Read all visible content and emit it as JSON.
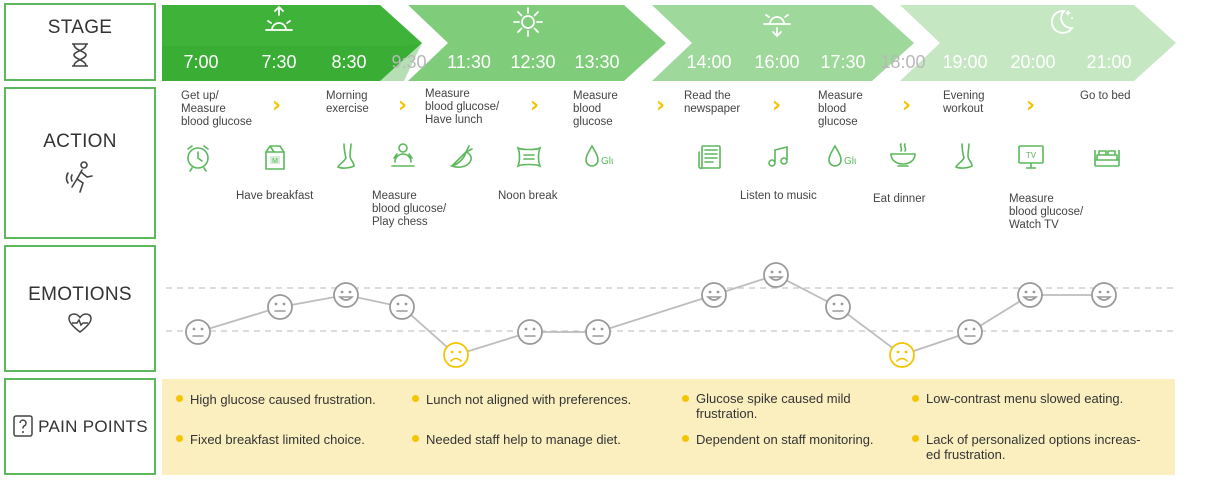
{
  "sections": {
    "stage": "STAGE",
    "action": "ACTION",
    "emotions": "EMOTIONS",
    "pain_points": "PAIN POINTS"
  },
  "stages": [
    {
      "icon": "sunrise-icon",
      "times": [
        "7:00",
        "7:30",
        "8:30",
        "9:30"
      ],
      "color": "#3fb23a"
    },
    {
      "icon": "sun-icon",
      "times": [
        "11:30",
        "12:30",
        "13:30"
      ],
      "color": "#7fcc7a"
    },
    {
      "icon": "sunset-icon",
      "times": [
        "14:00",
        "16:00",
        "17:30",
        "18:00"
      ],
      "color": "#9fd89b"
    },
    {
      "icon": "moon-icon",
      "times": [
        "19:00",
        "20:00",
        "21:00"
      ],
      "color": "#c5e8c2"
    }
  ],
  "actions_top": [
    "Get up/\nMeasure\nblood glucose",
    "Morning\nexercise",
    "Measure\nblood glucose/\nHave lunch",
    "Measure\nblood\nglucose",
    "Read the\nnewspaper",
    "Measure\nblood\nglucose",
    "Evening\nworkout",
    "Go to bed"
  ],
  "actions_bottom": [
    "Have breakfast",
    "Measure\nblood glucose/\nPlay chess",
    "Noon break",
    "Listen to music",
    "Eat dinner",
    "Measure\nblood glucose/\nWatch TV"
  ],
  "action_icons": [
    "alarm-clock-icon",
    "milk-carton-icon",
    "foot-icon",
    "person-chess-icon",
    "food-icon",
    "pillow-icon",
    "glucose-drop-icon",
    "newspaper-icon",
    "music-note-icon",
    "glucose-drop-icon",
    "bowl-icon",
    "foot-icon",
    "tv-icon",
    "bed-icon"
  ],
  "glucose_label": "Glu",
  "tv_label": "TV",
  "milk_label": "M",
  "emotions": {
    "levels": [
      1,
      2,
      3,
      2,
      0,
      1,
      1,
      3,
      4,
      2,
      0,
      1,
      3,
      3
    ],
    "moods": [
      "neutral",
      "neutral",
      "happy",
      "neutral",
      "sad",
      "neutral",
      "neutral",
      "happy",
      "happy",
      "neutral",
      "sad",
      "neutral",
      "happy",
      "happy"
    ]
  },
  "pain_points": [
    "High glucose caused frustration.",
    "Fixed breakfast limited choice.",
    "Lunch not aligned with preferences.",
    "Needed staff help to manage diet.",
    "Glucose spike caused mild\nfrustration.",
    "Dependent on staff monitoring.",
    "Low-contrast menu slowed eating.",
    "Lack of personalized options increas-\ned frustration."
  ],
  "colors": {
    "green": "#5cb85c",
    "yellow": "#f5c400",
    "panel": "#fbefc0"
  }
}
